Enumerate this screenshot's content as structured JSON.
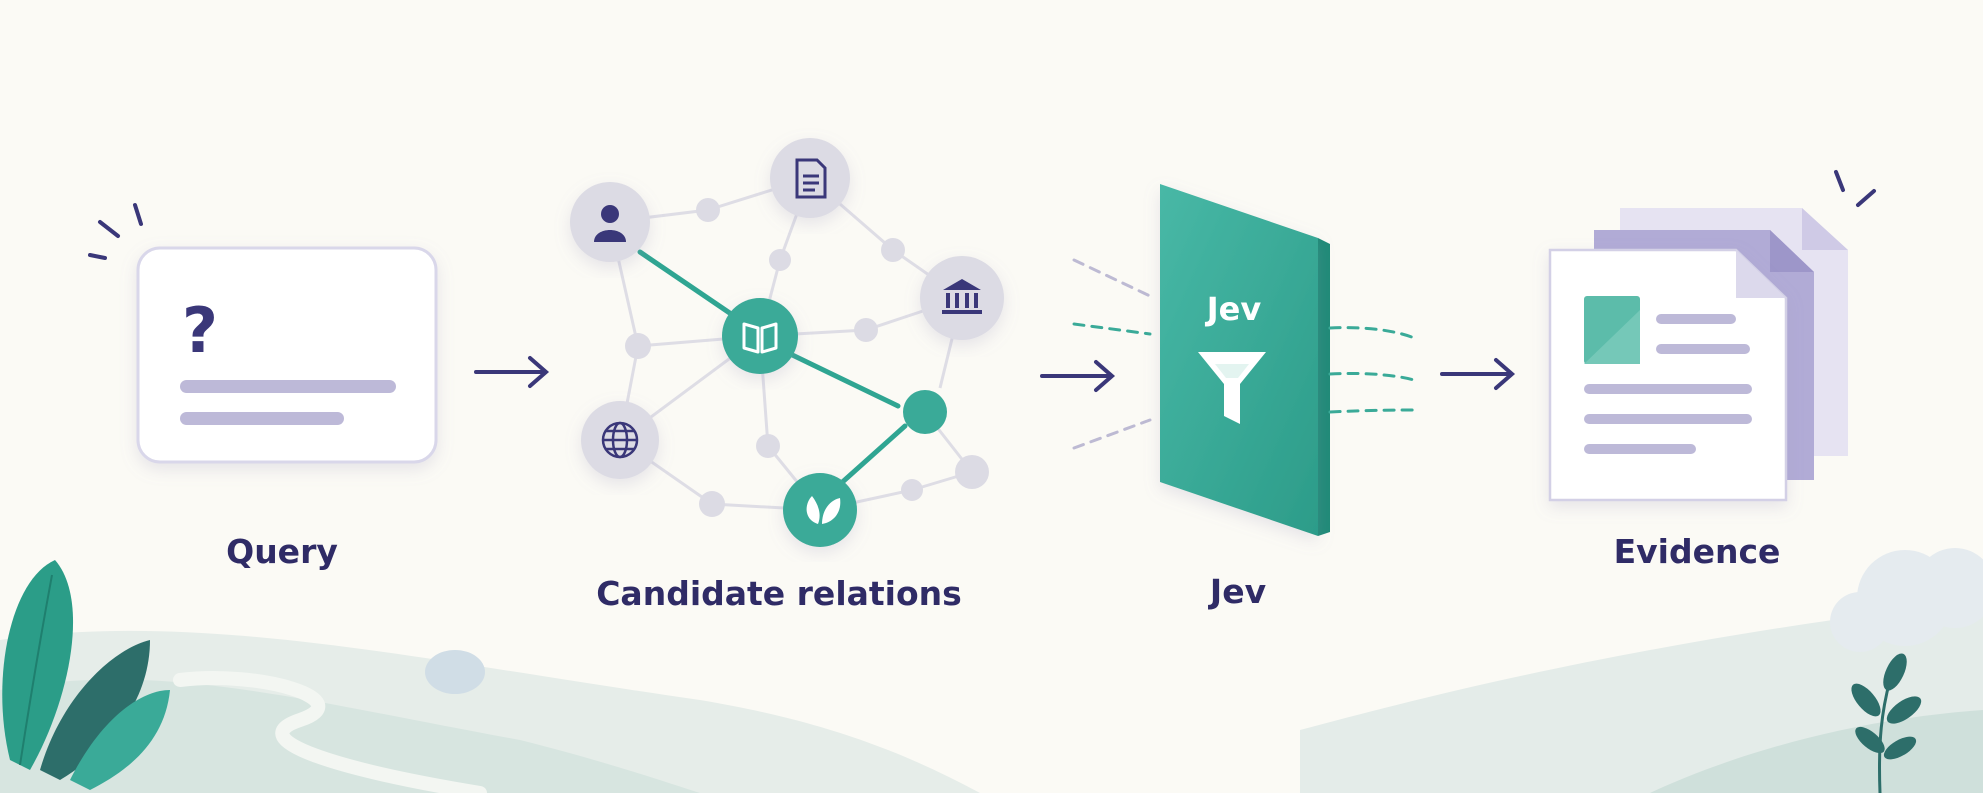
{
  "stages": {
    "query": {
      "label": "Query"
    },
    "candidates": {
      "label": "Candidate relations"
    },
    "filter": {
      "label": "Jev",
      "panel_text": "Jev"
    },
    "evidence": {
      "label": "Evidence"
    }
  },
  "icons": {
    "query": "question-mark-icon",
    "nodes": [
      "person-icon",
      "document-icon",
      "bank-icon",
      "book-icon",
      "globe-icon",
      "leaf-icon"
    ],
    "filter": "funnel-icon"
  },
  "colors": {
    "teal": "#3aaa98",
    "teal_dark": "#1f8a77",
    "navy": "#3a3779",
    "lavender": "#a8a2cf",
    "node_gray": "#dcdbe4",
    "background": "#fbfaf5"
  }
}
